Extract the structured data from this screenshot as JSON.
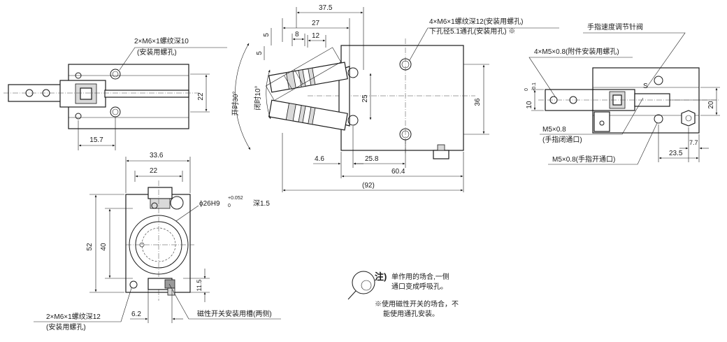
{
  "top_left": {
    "callout": "2×M6×1螺纹深10",
    "callout_sub": "(安装用螺孔)",
    "dim_height": "22",
    "dim_offset": "15.7"
  },
  "bottom_left": {
    "dim_width": "33.6",
    "dim_inner": "22",
    "dim_height": "52",
    "dim_inner_height": "40",
    "bore_label": "ϕ26H9",
    "bore_tol_upper": "+0.052",
    "bore_tol_lower": "0",
    "bore_depth": "深1.5",
    "dim_small": "11.5",
    "dim_offset": "6.2",
    "callout": "2×M6×1螺纹深12",
    "callout_sub": "(安装用螺孔)",
    "slot_label": "磁性开关安装用槽(两侧)"
  },
  "center": {
    "dim_37_5": "37.5",
    "dim_27": "27",
    "dim_8": "8",
    "dim_12": "12",
    "dim_5a": "5",
    "dim_5b": "5",
    "open_angle": "开时30°",
    "close_angle": "闭时10°",
    "dim_25": "25",
    "dim_36": "36",
    "dim_4_6": "4.6",
    "dim_25_8": "25.8",
    "dim_60_4": "60.4",
    "dim_92": "(92)",
    "callout_line1": "4×M6×1螺纹深12(安装用螺孔)",
    "callout_line2": "下孔径5.1通孔(安装用孔) ※"
  },
  "right": {
    "title": "手指速度调节针阀",
    "callout_m5_attach": "4×M5×0.8(附件安装用螺孔)",
    "dim_height_left": "10",
    "tol_upper": "0",
    "tol_lower": "-0.1",
    "dim_20": "20",
    "port_close": "M5×0.8",
    "port_close_sub": "(手指闭通口)",
    "port_open": "M5×0.8(手指开通口)",
    "dim_7_7": "7.7",
    "dim_23_5": "23.5",
    "mark_s": "S"
  },
  "note": {
    "title": "注)",
    "line1": "单作用的场合,一侧",
    "line2": "通口变成呼吸孔。",
    "line3": "※使用磁性开关的场合，不",
    "line4": "能使用通孔安装。"
  }
}
